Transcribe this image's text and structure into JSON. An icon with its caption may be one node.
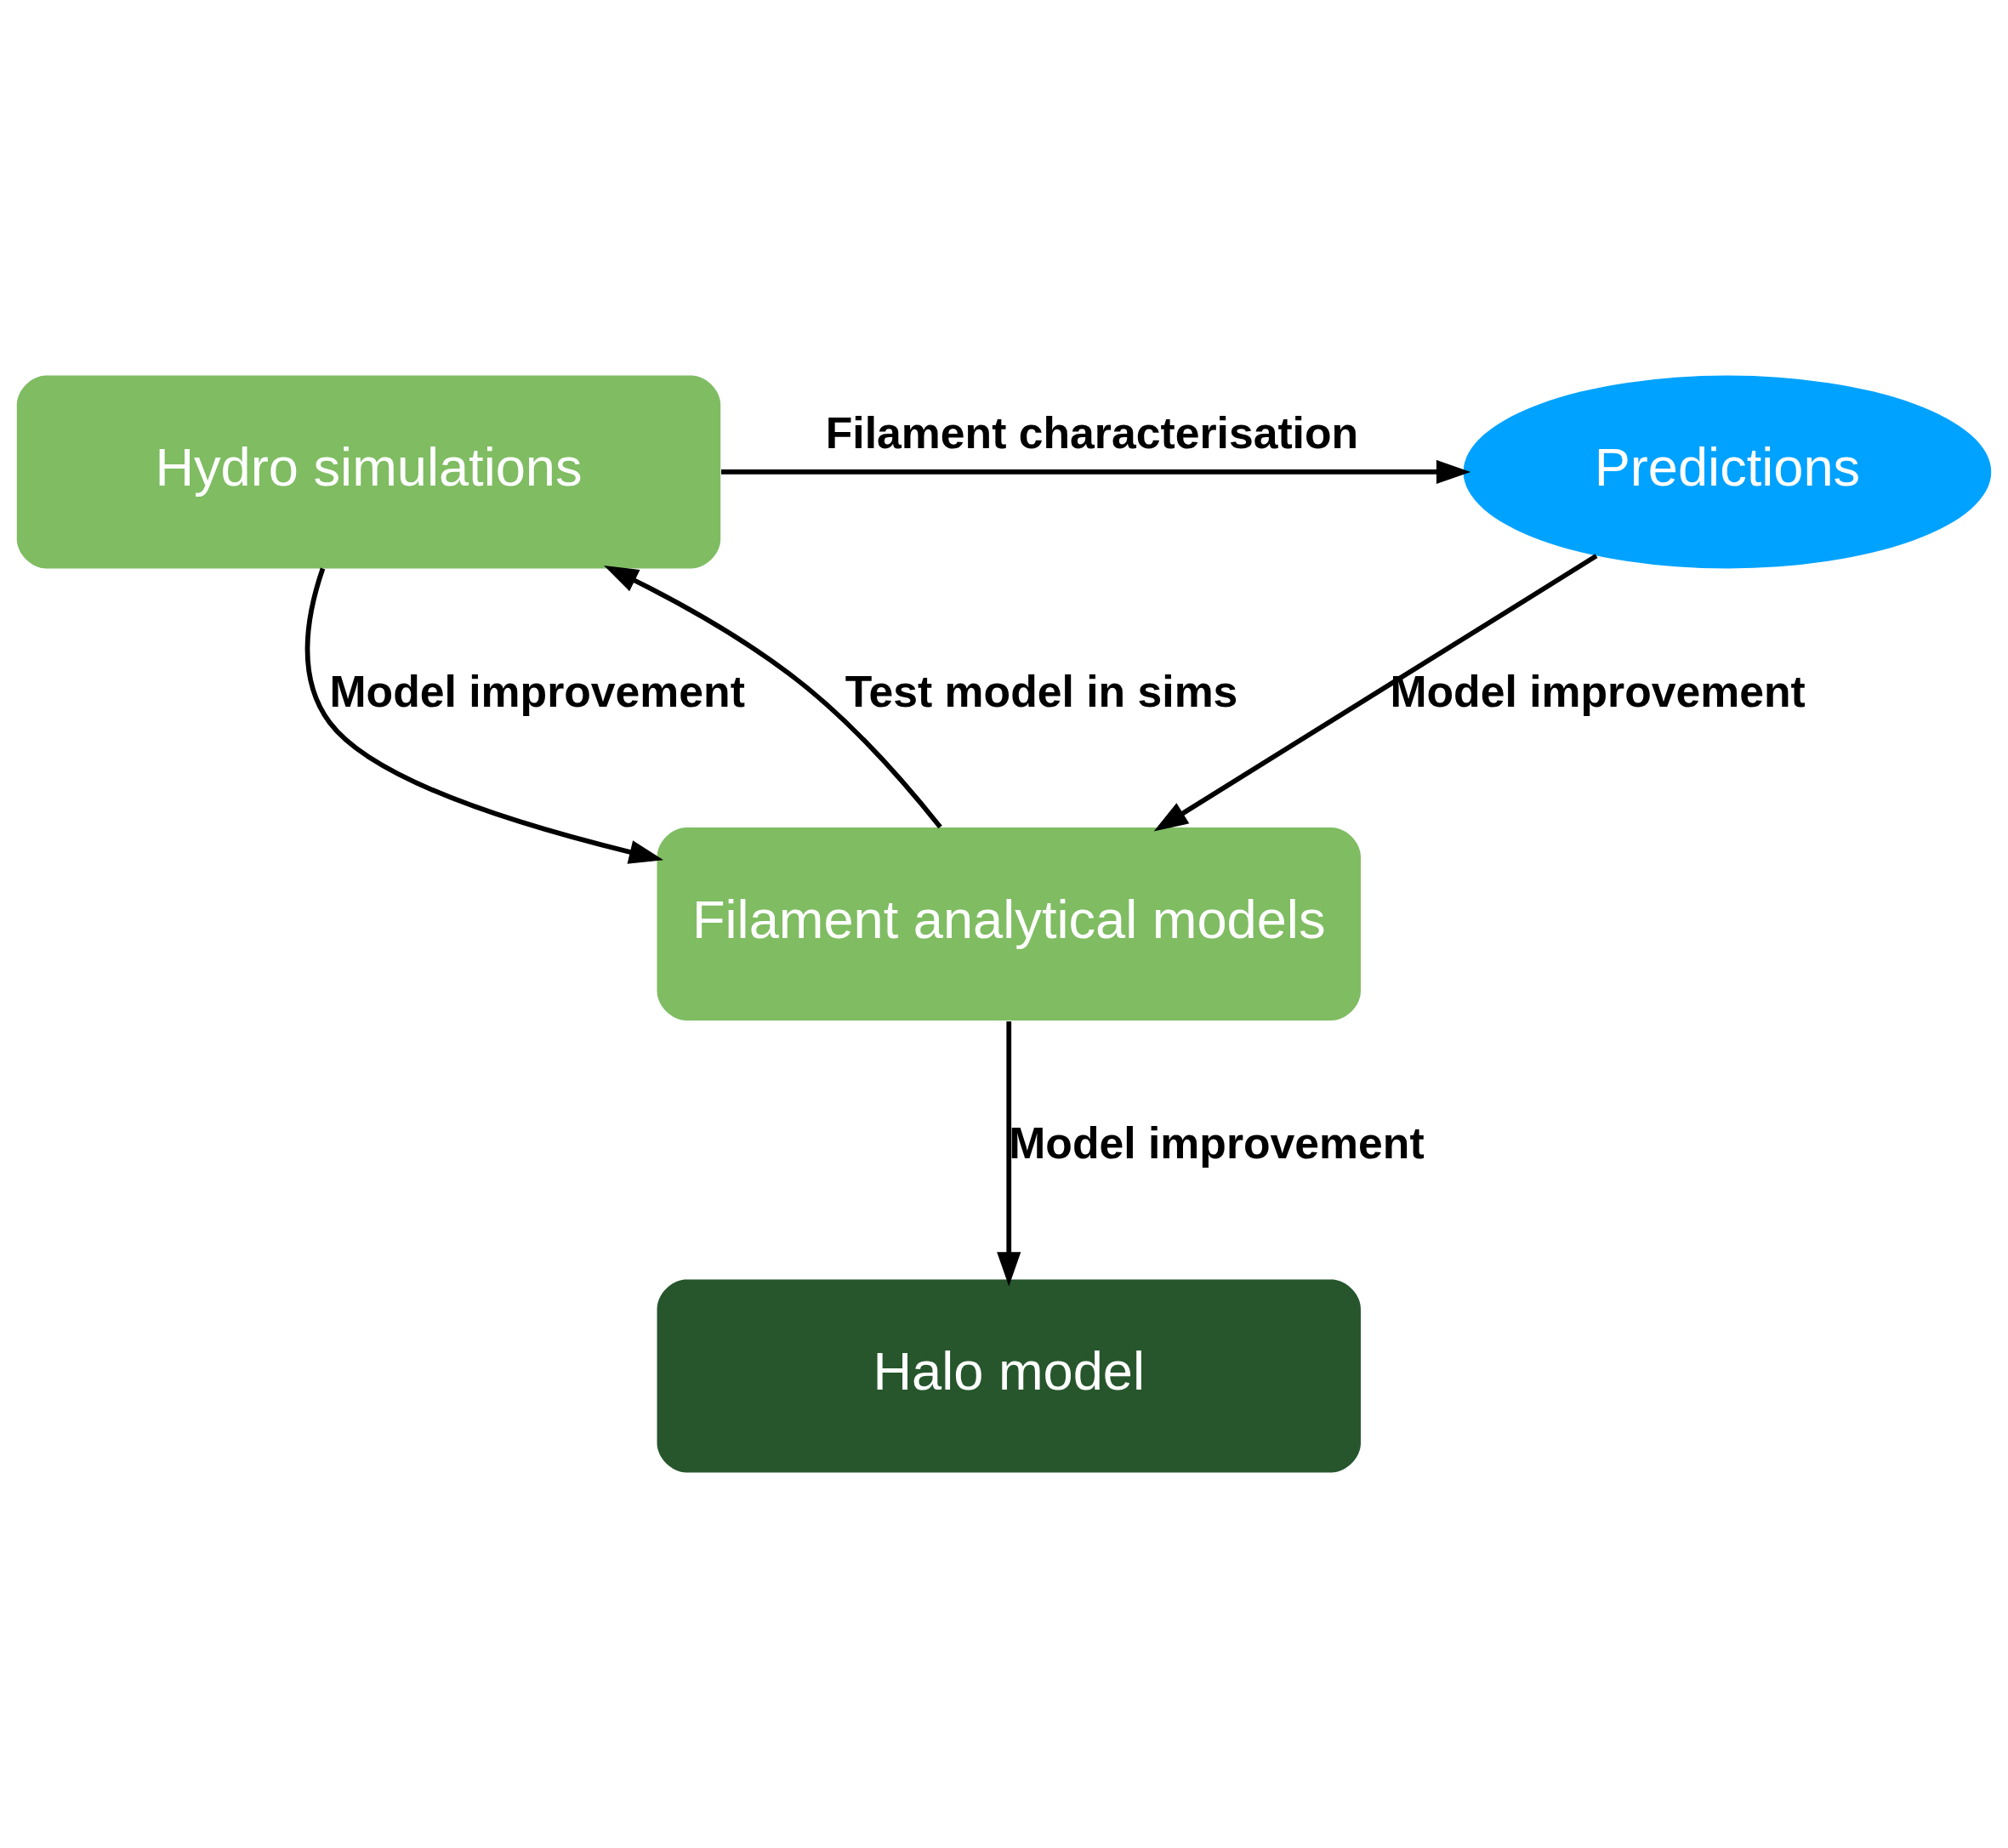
{
  "diagram": {
    "nodes": [
      {
        "text": [
          "Hydro simulations"
        ]
      },
      {
        "text": [
          "Predictions"
        ]
      },
      {
        "text": [
          "Filament analytical models"
        ]
      },
      {
        "text": [
          "Halo model"
        ]
      }
    ],
    "edges": [
      {
        "from": 0,
        "to": 1,
        "arrow": "to",
        "label": "Filament characterisation"
      },
      {
        "from": 0,
        "to": 2,
        "arrow": "to",
        "label": "Model improvement"
      },
      {
        "from": 2,
        "to": 0,
        "arrow": "to",
        "label": "Test model in sims"
      },
      {
        "from": 1,
        "to": 2,
        "arrow": "to",
        "label": "Model improvement"
      },
      {
        "from": 2,
        "to": 3,
        "arrow": "to",
        "label": "Model improvement"
      }
    ]
  }
}
